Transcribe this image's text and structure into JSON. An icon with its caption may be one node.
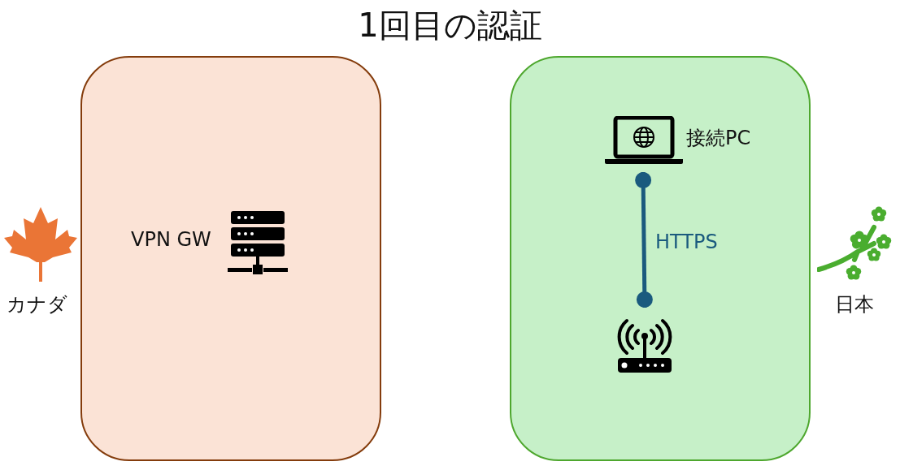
{
  "diagram": {
    "title": "1回目の認証",
    "nodes": [
      {
        "text": [],
        "shape": "box"
      },
      {
        "text": [
          "VPN GW"
        ],
        "in": 0
      },
      {
        "text": [],
        "shape": "box"
      },
      {
        "text": [
          "接続PC"
        ],
        "in": 2
      },
      {
        "text": [],
        "shape": "router",
        "in": 2
      }
    ],
    "edges": [
      {
        "from": 3,
        "to": 4,
        "arrow": "other",
        "label": "HTTPS"
      }
    ],
    "labels": [
      "カナダ",
      "日本"
    ]
  }
}
